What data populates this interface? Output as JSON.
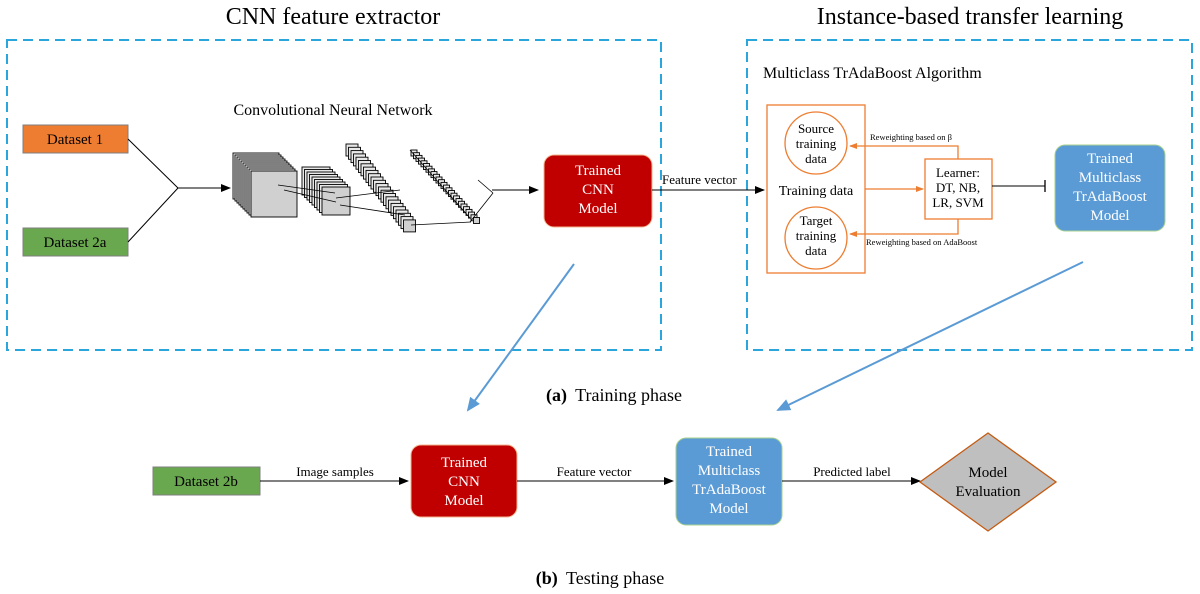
{
  "titles": {
    "cnn_feature_extractor": "CNN feature extractor",
    "instance_transfer": "Instance-based transfer learning",
    "multiclass_trada": "Multiclass TrAdaBoost Algorithm",
    "cnn_label": "Convolutional Neural Network"
  },
  "training": {
    "dataset1": "Dataset 1",
    "dataset2a": "Dataset 2a",
    "trained_cnn": [
      "Trained",
      "CNN",
      "Model"
    ],
    "feature_vector": "Feature vector",
    "source_data": [
      "Source",
      "training",
      "data"
    ],
    "target_data": [
      "Target",
      "training",
      "data"
    ],
    "training_data": "Training data",
    "reweight_beta": "Reweighting based on β",
    "reweight_adaboost": "Reweighting based on AdaBoost",
    "learner": [
      "Learner:",
      "DT, NB,",
      "LR, SVM"
    ],
    "trained_trada": [
      "Trained",
      "Multiclass",
      "TrAdaBoost",
      "Model"
    ]
  },
  "phase_a": {
    "letter": "(a)",
    "text": "Training phase"
  },
  "testing": {
    "dataset2b": "Dataset 2b",
    "image_samples": "Image samples",
    "trained_cnn": [
      "Trained",
      "CNN",
      "Model"
    ],
    "feature_vector": "Feature vector",
    "trained_trada": [
      "Trained",
      "Multiclass",
      "TrAdaBoost",
      "Model"
    ],
    "predicted_label": "Predicted label",
    "model_evaluation": [
      "Model",
      "Evaluation"
    ]
  },
  "phase_b": {
    "letter": "(b)",
    "text": "Testing phase"
  },
  "colors": {
    "dashed_border": "#2aa6dc",
    "dataset1": "#ee7d31",
    "dataset2": "#6aa84f",
    "cnn_model": "#c00000",
    "trada_model": "#5b9bd5",
    "orange_line": "#ed7d31",
    "blue_arrow": "#5b9bd5",
    "diamond": "#bfbfbf"
  }
}
